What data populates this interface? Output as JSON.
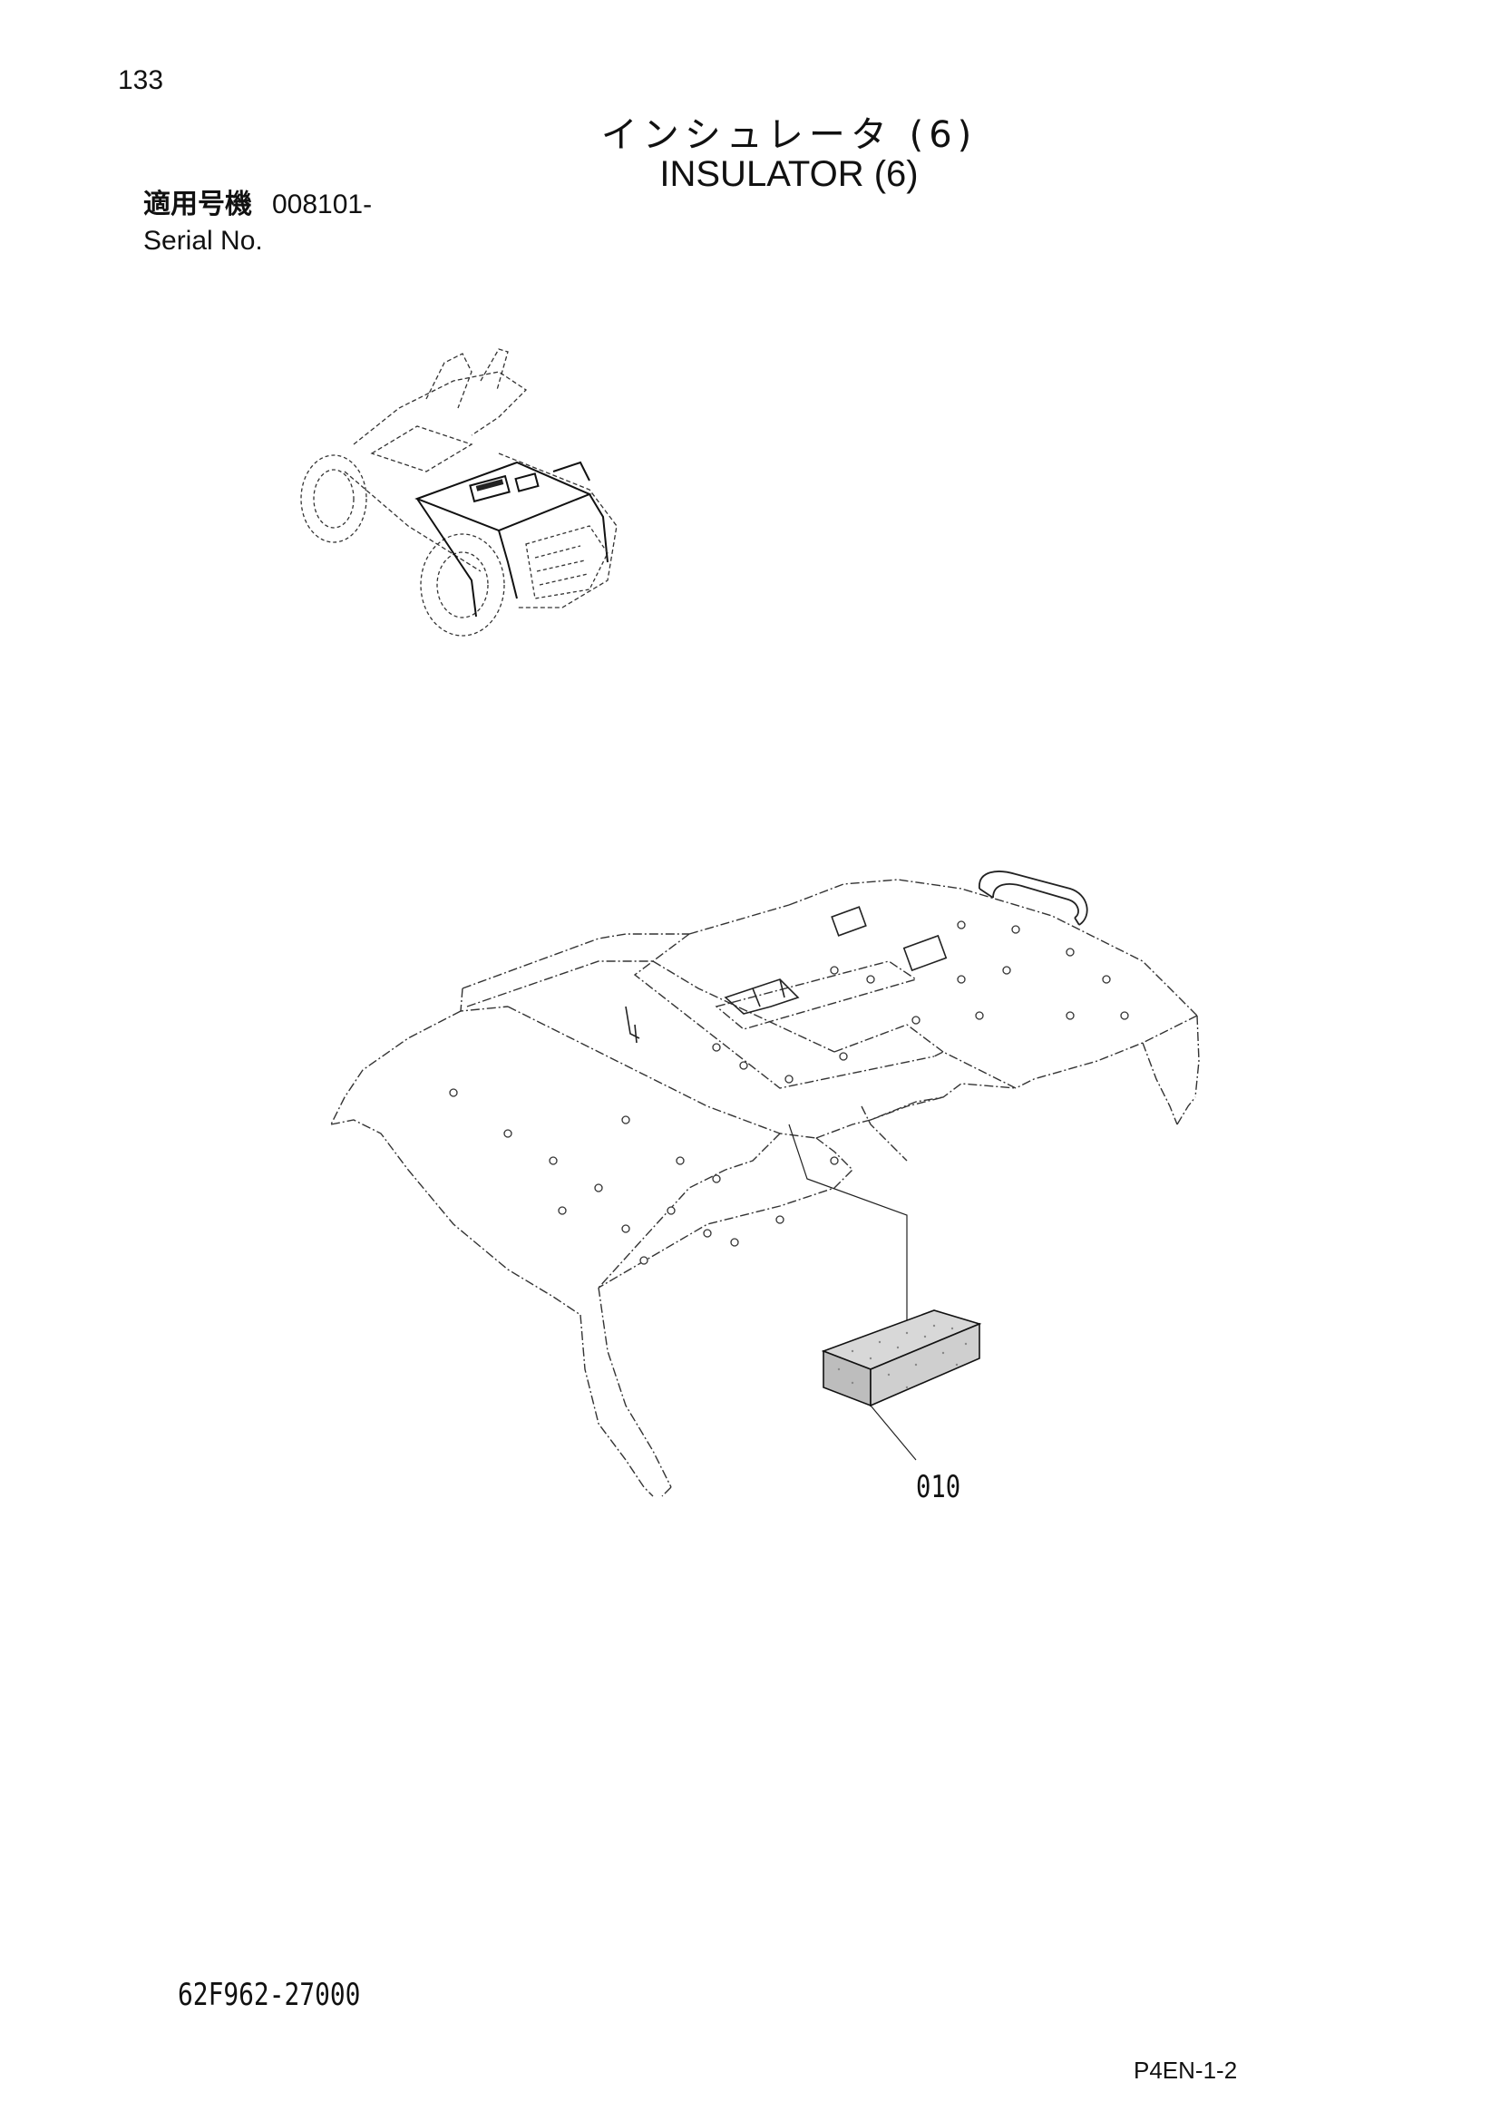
{
  "header": {
    "page_number": "133",
    "title_jp": "インシュレータ (6)",
    "title_en": "INSULATOR (6)"
  },
  "serial": {
    "label_jp": "適用号機",
    "value": "008101-",
    "label_en": "Serial No."
  },
  "diagram": {
    "callouts": [
      "010"
    ]
  },
  "footer": {
    "drawing_number": "62F962-27000",
    "page_code": "P4EN-1-2"
  }
}
